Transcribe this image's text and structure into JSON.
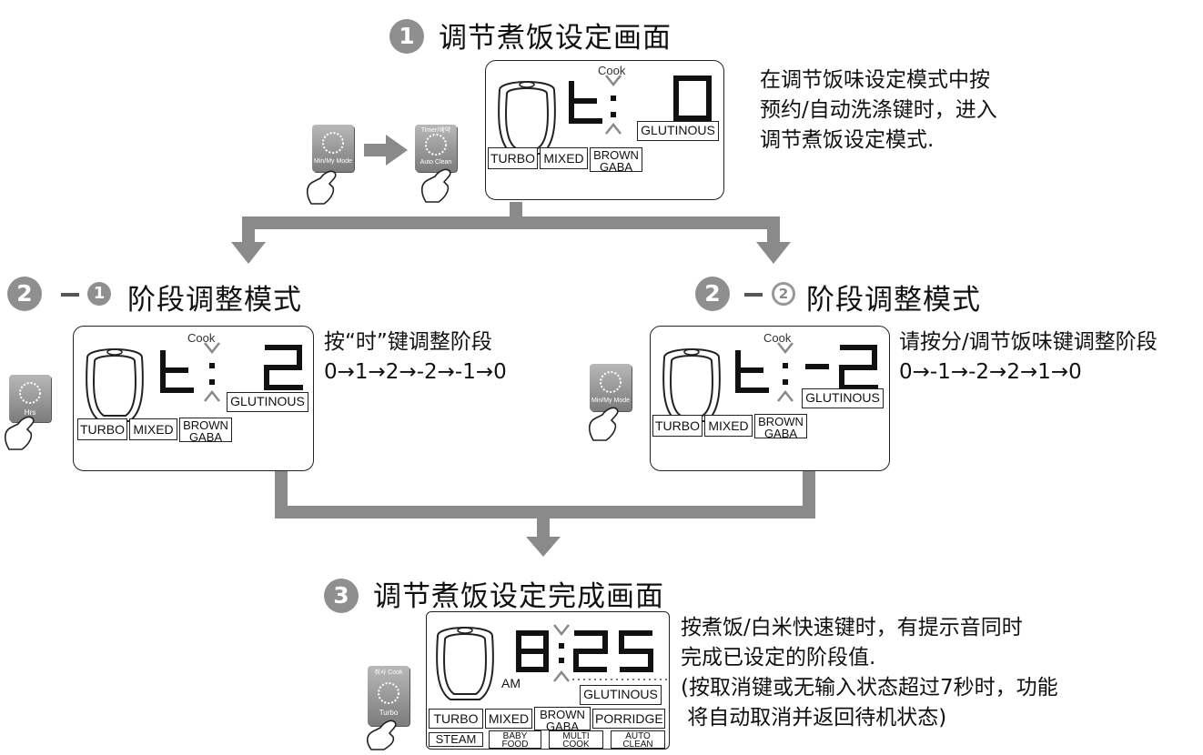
{
  "step1": {
    "number": "1",
    "title": "调节煮饭设定画面",
    "description": [
      "在调节饭味设定模式中按",
      "预约/自动洗涤键时，进入",
      "调节煮饭设定模式."
    ],
    "button_a": "Min/My Mode",
    "button_b_top": "Timer/예약",
    "button_b_bottom": "Auto Clean",
    "screen": {
      "cook": "Cook",
      "labels": [
        "TURBO",
        "MIXED",
        "BROWN",
        "GABA",
        "GLUTINOUS"
      ]
    }
  },
  "step2a": {
    "number": "2",
    "sub_number": "1",
    "title": "阶段调整模式",
    "description": [
      "按“时”键调整阶段",
      "0→1→2→-2→-1→0"
    ],
    "button": "Hrs",
    "screen": {
      "cook": "Cook",
      "labels": [
        "TURBO",
        "MIXED",
        "BROWN",
        "GABA",
        "GLUTINOUS"
      ]
    }
  },
  "step2b": {
    "number": "2",
    "sub_number": "2",
    "title": "阶段调整模式",
    "description": [
      "请按分/调节饭味键调整阶段",
      "0→-1→-2→2→1→0"
    ],
    "button": "Min/My Mode",
    "screen": {
      "cook": "Cook",
      "labels": [
        "TURBO",
        "MIXED",
        "BROWN",
        "GABA",
        "GLUTINOUS"
      ]
    }
  },
  "step3": {
    "number": "3",
    "title": "调节煮饭设定完成画面",
    "description": [
      "按煮饭/白米快速键时，有提示音同时",
      "完成已设定的阶段值.",
      "(按取消键或无输入状态超过7秒时，功能",
      " 将自动取消并返回待机状态)"
    ],
    "button_top": "취사 Cook",
    "button_bottom": "Turbo",
    "screen": {
      "am": "AM",
      "labels": [
        "GLUTINOUS",
        "TURBO",
        "MIXED",
        "BROWN",
        "GABA",
        "PORRIDGE",
        "STEAM",
        "BABY",
        "FOOD",
        "MULTI",
        "COOK",
        "AUTO",
        "CLEAN"
      ]
    }
  },
  "colors": {
    "arrow": "#8a8a8a",
    "badge": "#8f8f8f",
    "line": "#222222"
  }
}
